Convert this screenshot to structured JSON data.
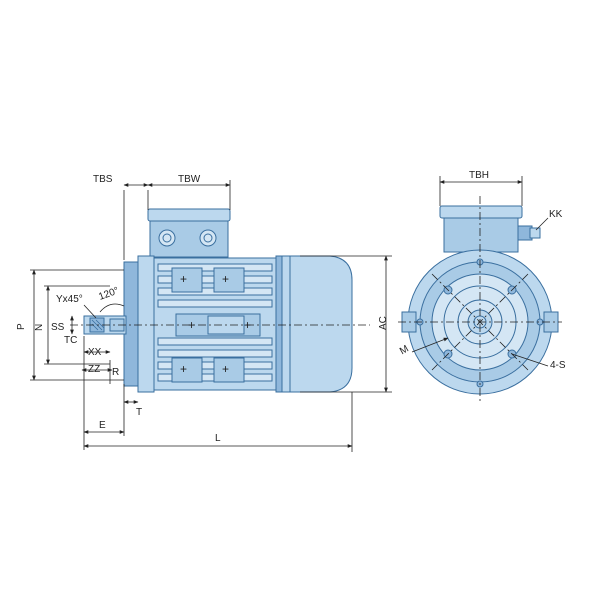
{
  "labels": {
    "TBS": "TBS",
    "TBW": "TBW",
    "TBH": "TBH",
    "KK": "KK",
    "Yx45": "Yx45°",
    "angle120": "120°",
    "P": "P",
    "N": "N",
    "SS": "SS",
    "TC": "TC",
    "XX": "XX",
    "ZZ": "ZZ",
    "R": "R",
    "T": "T",
    "E": "E",
    "L": "L",
    "AC": "AC",
    "M": "M",
    "fourS": "4-S"
  },
  "colors": {
    "body_fill": "#bcd8ee",
    "body_stroke": "#3a6f9f",
    "dimension_line": "#222222"
  }
}
